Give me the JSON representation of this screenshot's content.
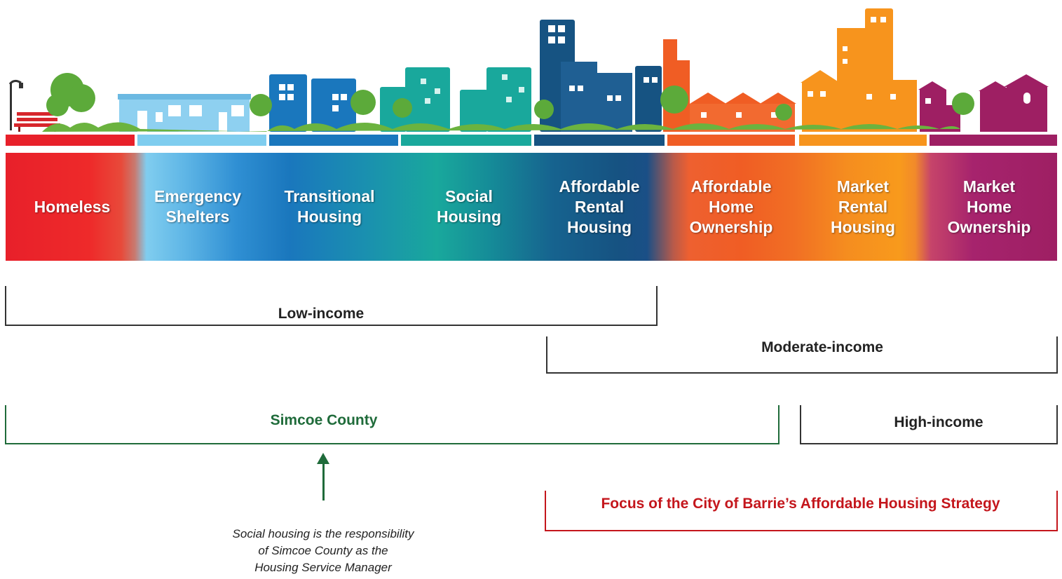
{
  "categories": [
    {
      "label": "Homeless",
      "color": "#e8202a"
    },
    {
      "label": "Emergency\nShelters",
      "color": "#7fcdef"
    },
    {
      "label": "Transitional\nHousing",
      "color": "#1a77bd"
    },
    {
      "label": "Social\nHousing",
      "color": "#19a89c"
    },
    {
      "label": "Affordable\nRental\nHousing",
      "color": "#165382"
    },
    {
      "label": "Affordable\nHome\nOwnership",
      "color": "#f05d24"
    },
    {
      "label": "Market\nRental\nHousing",
      "color": "#f7941d"
    },
    {
      "label": "Market\nHome\nOwnership",
      "color": "#9e1f63"
    }
  ],
  "income_brackets": {
    "low": "Low-income",
    "moderate": "Moderate-income",
    "high": "High-income"
  },
  "simcoe": {
    "label": "Simcoe County",
    "color": "#1f6b3a",
    "note": "Social housing is the responsibility\nof Simcoe County as the\nHousing Service Manager"
  },
  "focus": {
    "label": "Focus of the City of Barrie’s Affordable Housing Strategy",
    "color": "#c4161c"
  },
  "skyline_icon": "city-skyline-illustration"
}
